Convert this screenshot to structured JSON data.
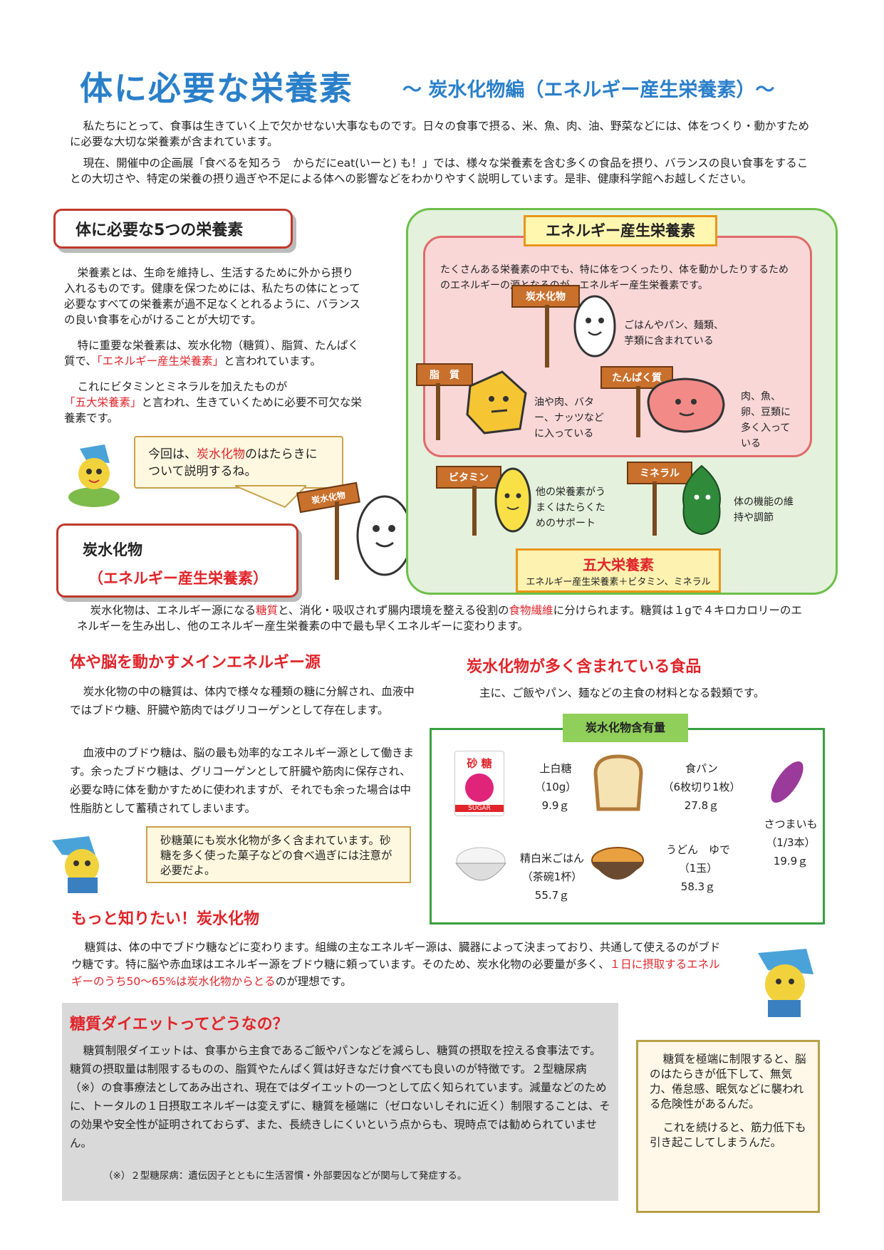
{
  "header": {
    "title": "体に必要な栄養素",
    "subtitle": "～ 炭水化物編（エネルギー産生栄養素）～"
  },
  "intro": {
    "p1": "私たちにとって、食事は生きていく上で欠かせない大事なものです。日々の食事で摂る、米、魚、肉、油、野菜などには、体をつくり・動かすために必要な大切な栄養素が含まれています。",
    "p2": "現在、開催中の企画展「食べるを知ろう　からだにeat(いーと) も！」では、様々な栄養素を含む多くの食品を摂り、バランスの良い食事をすることの大切さや、特定の栄養の摂り過ぎや不足による体への影響などをわかりやすく説明しています。是非、健康科学館へお越しください。"
  },
  "five_nutrients": {
    "heading": "体に必要な5つの栄養素",
    "p1": "栄養素とは、生命を維持し、生活するために外から摂り入れるものです。健康を保つためには、私たちの体にとって必要なすべての栄養素が過不足なくとれるように、バランスの良い食事を心がけることが大切です。",
    "p2_a": "特に重要な栄養素は、炭水化物（糖質）、脂質、たんぱく質で、",
    "p2_red": "「エネルギー産生栄養素」",
    "p2_b": "と言われています。",
    "p3_a": "これにビタミンとミネラルを加えたものが",
    "p3_red": "「五大栄養素」",
    "p3_b": "と言われ、生きていくために必要不可欠な栄養素です。"
  },
  "speech1": {
    "a": "今回は、",
    "red": "炭水化物",
    "b": "のはたらきについて説明するね。"
  },
  "carb_box": {
    "line1": "炭水化物",
    "line2": "（エネルギー産生栄養素）",
    "sign": "炭水化物"
  },
  "diagram": {
    "banner": "エネルギー産生栄養素",
    "desc": "たくさんある栄養素の中でも、特に体をつくったり、体を動かしたりするためのエネルギーの源となるのが、エネルギー産生栄養素です。",
    "signs": {
      "carb": "炭水化物",
      "fat": "脂　質",
      "protein": "たんぱく質",
      "vitamin": "ビタミン",
      "mineral": "ミネラル"
    },
    "carb_text": "ごはんやパン、麺類、芋類に含まれている",
    "fat_text": "油や肉、バター、ナッツなどに入っている",
    "protein_text": "肉、魚、卵、豆類に多く入っている",
    "vitamin_text": "他の栄養素がうまくはたらくためのサポート",
    "mineral_text": "体の機能の維持や調節",
    "bottom_title": "五大栄養素",
    "bottom_sub": "エネルギー産生栄養素＋ビタミン、ミネラル"
  },
  "carb_intro": {
    "a": "炭水化物は、エネルギー源になる",
    "red1": "糖質",
    "b": "と、消化・吸収されず腸内環境を整える役割の",
    "red2": "食物繊維",
    "c": "に分けられます。糖質は１gで４キロカロリーのエネルギーを生み出し、他のエネルギー産生栄養素の中で最も早くエネルギーに変わります。"
  },
  "energy": {
    "heading": "体や脳を動かすメインエネルギー源",
    "p1": "炭水化物の中の糖質は、体内で様々な種類の糖に分解され、血液中ではブドウ糖、肝臓や筋肉ではグリコーゲンとして存在します。",
    "p2": "血液中のブドウ糖は、脳の最も効率的なエネルギー源として働きます。余ったブドウ糖は、グリコーゲンとして肝臓や筋肉に保存され、必要な時に体を動かすために使われますが、それでも余った場合は中性脂肪として蓄積されてしまいます。"
  },
  "speech2": "砂糖菓にも炭水化物が多く含まれています。砂糖を多く使った菓子などの食べ過ぎには注意が必要だよ。",
  "foods": {
    "heading": "炭水化物が多く含まれている食品",
    "desc": "主に、ご飯やパン、麺などの主食の材料となる穀類です。",
    "table_title": "炭水化物含有量",
    "sugar_icon_text": "砂 糖",
    "sugar_icon_sub": "SUGAR",
    "items": [
      {
        "name": "上白糖",
        "amount": "（10g）",
        "value": "9.9ｇ"
      },
      {
        "name": "食パン",
        "amount": "（6枚切り1枚）",
        "value": "27.8ｇ"
      },
      {
        "name": "さつまいも",
        "amount": "（1/3本）",
        "value": "19.9ｇ"
      },
      {
        "name": "精白米ごはん",
        "amount": "（茶碗1杯）",
        "value": "55.7ｇ"
      },
      {
        "name": "うどん　ゆで",
        "amount": "（1玉）",
        "value": "58.3ｇ"
      }
    ]
  },
  "more": {
    "heading": "もっと知りたい！炭水化物",
    "a": "糖質は、体の中でブドウ糖などに変わります。組織の主なエネルギー源は、臓器によって決まっており、共通して使えるのがブドウ糖です。特に脳や赤血球はエネルギー源をブドウ糖に頼っています。そのため、炭水化物の必要量が多く、",
    "red": "１日に摂取するエネルギーのうち50～65%は炭水化物からとる",
    "b": "のが理想です。"
  },
  "diet": {
    "heading": "糖質ダイエットってどうなの？",
    "p": "糖質制限ダイエットは、食事から主食であるご飯やパンなどを減らし、糖質の摂取を控える食事法です。糖質の摂取量は制限するものの、脂質やたんぱく質は好きなだけ食べても良いのが特徴です。２型糖尿病（※）の食事療法としてあみ出され、現在ではダイエットの一つとして広く知られています。減量などのために、トータルの１日摂取エネルギーは変えずに、糖質を極端に（ゼロないしそれに近く）制限することは、その効果や安全性が証明されておらず、また、長続きしにくいという点からも、現時点では勧められていません。",
    "footnote": "（※）２型糖尿病：遺伝因子とともに生活習慣・外部要因などが関与して発症する。"
  },
  "note": {
    "p1": "糖質を極端に制限すると、脳のはたらきが低下して、無気力、倦怠感、眠気などに襲われる危険性があるんだ。",
    "p2": "これを続けると、筋力低下も引き起こしてしまうんだ。"
  },
  "colors": {
    "title_blue": "#2a7fc9",
    "accent_red": "#e0242a",
    "card_green": "#6cbf4a",
    "card_pink": "#f9d7d7",
    "banner_yellow": "#fff6b0"
  }
}
